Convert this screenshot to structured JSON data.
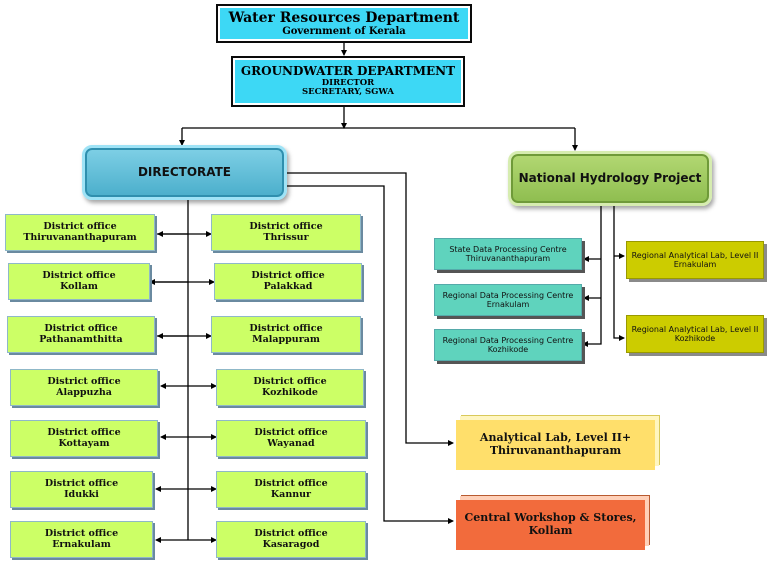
{
  "top": {
    "title": "Water Resources Department",
    "subtitle": "Government of Kerala"
  },
  "gw": {
    "title": "GROUNDWATER DEPARTMENT",
    "line1": "DIRECTOR",
    "line2": "SECRETARY, SGWA"
  },
  "directorate": {
    "label": "DIRECTORATE"
  },
  "nhp": {
    "label": "National Hydrology Project"
  },
  "left_offices": [
    {
      "l1": "District office",
      "l2": "Thiruvananthapuram"
    },
    {
      "l1": "District office",
      "l2": "Kollam"
    },
    {
      "l1": "District office",
      "l2": "Pathanamthitta"
    },
    {
      "l1": "District office",
      "l2": "Alappuzha"
    },
    {
      "l1": "District office",
      "l2": "Kottayam"
    },
    {
      "l1": "District office",
      "l2": "Idukki"
    },
    {
      "l1": "District office",
      "l2": "Ernakulam"
    }
  ],
  "right_offices": [
    {
      "l1": "District office",
      "l2": "Thrissur"
    },
    {
      "l1": "District office",
      "l2": "Palakkad"
    },
    {
      "l1": "District office",
      "l2": "Malappuram"
    },
    {
      "l1": "District office",
      "l2": "Kozhikode"
    },
    {
      "l1": "District office",
      "l2": "Wayanad"
    },
    {
      "l1": "District office",
      "l2": "Kannur"
    },
    {
      "l1": "District office",
      "l2": "Kasaragod"
    }
  ],
  "centres": [
    {
      "l1": "State Data Processing Centre",
      "l2": "Thiruvananthapuram"
    },
    {
      "l1": "Regional Data Processing Centre",
      "l2": "Ernakulam"
    },
    {
      "l1": "Regional Data Processing Centre",
      "l2": "Kozhikode"
    }
  ],
  "labs": [
    {
      "l1": "Regional Analytical Lab, Level II",
      "l2": "Ernakulam"
    },
    {
      "l1": "Regional Analytical Lab, Level II",
      "l2": "Kozhikode"
    }
  ],
  "analytical": {
    "l1": "Analytical Lab, Level II+",
    "l2": "Thiruvananthapuram"
  },
  "workshop": {
    "l1": "Central Workshop & Stores,",
    "l2": "Kollam"
  }
}
